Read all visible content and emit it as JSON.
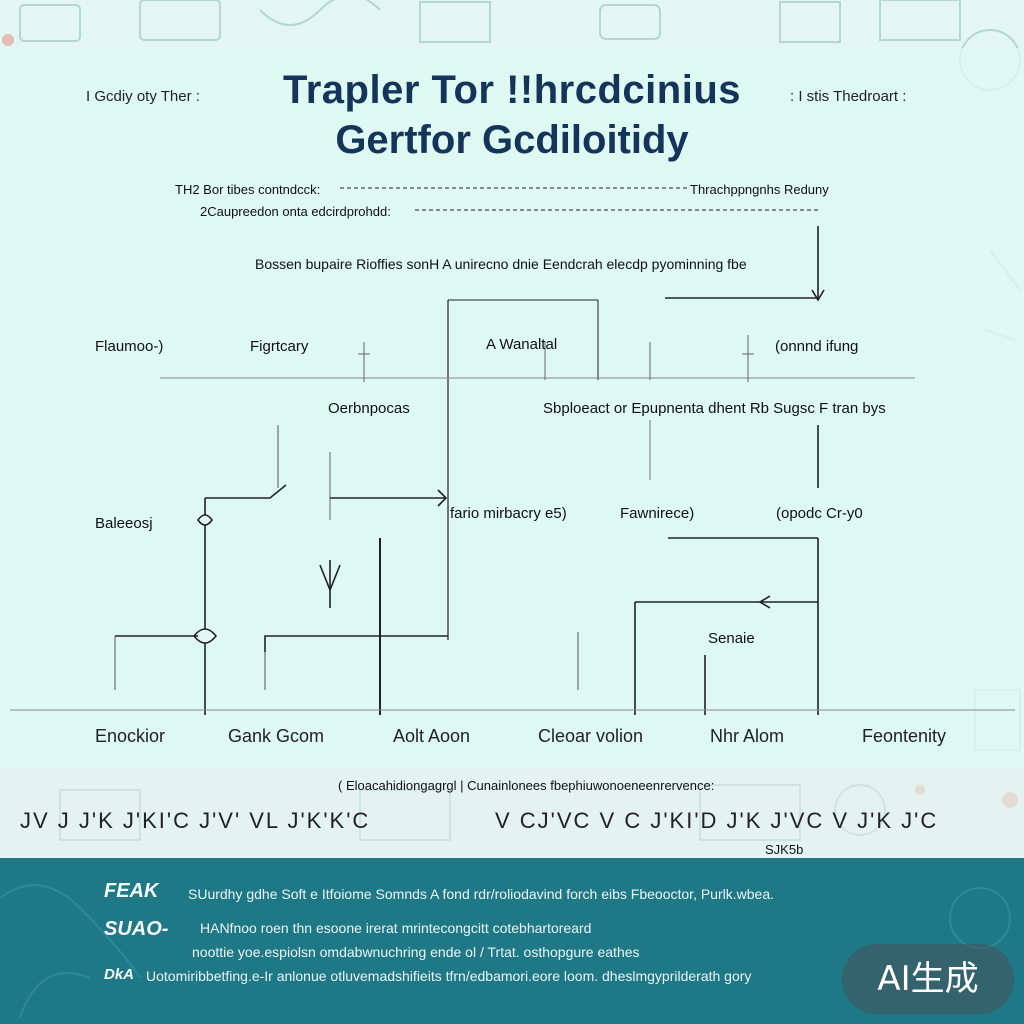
{
  "header": {
    "title_line1": "Trapler Tor !!hrcdcinius",
    "title_line2": "Gertfor Gcdiloitidy",
    "side_left": "I Gcdiy oty Ther  :",
    "side_right": ": I stis Thedroart  :"
  },
  "notes": {
    "top_left_1": "TH2 Bor tibes contndcck:",
    "top_left_2": "2Caupreedon onta edcirdprohdd:",
    "top_right": "Thrachppngnhs Reduny",
    "center": "Bossen bupaire Rioffies sonH A unirecno dnie Eendcrah elecdp pyominning fbe"
  },
  "nodes": {
    "row1": [
      "Flaumoo-)",
      "Figrtcary",
      "A Wanaltal",
      "(onnnd ifung"
    ],
    "row2": [
      "Oerbnpocas",
      "Sbploeact or Epupnenta dhent Rb Sugsc F tran bys"
    ],
    "row3": [
      "Baleeosj",
      "fario mirbacry e5)",
      "Fawnirece)",
      "(opodc Cr-y0"
    ],
    "sensor": "Senaie"
  },
  "bottom_labels": [
    "Enockior",
    "Gank Gcom",
    "Aolt Aoon",
    "Cleoar volion",
    "Nhr Alom",
    "Feontenity"
  ],
  "strip": {
    "caption": "( Eloacahidiongagrgl  |  Cunainlonees fbephiuwonoeneenrervence:",
    "scribble_left": "JV  J J'K  J'KI'C  J'V' VL  J'K'K'C",
    "scribble_right": "V  CJ'VC  V  C  J'KI'D  J'K  J'VC  V  J'K  J'C",
    "scribble_bottom": "SJK5b"
  },
  "footer": {
    "key1": "FEAK",
    "line1": "SUurdhy gdhe Soft e Itfoiome Somnds A fond rdr/roliodavind forch eibs Fbeooctor, Purlk.wbea.",
    "key2": "SUAO-",
    "line2a": "HANfnoo roen  thn esoone irerat mrintecongcitt cotebhartoreard",
    "line2b": "noottie yoe.espiolsn omdabwnuchring ende ol / Trtat. osthopgure eathes",
    "key3": "DkA",
    "line3": "Uotomiribbetfing.e-Ir anlonue otluvemadshifieits tfrn/edbamori.eore loom. dheslmgyprilderath gory"
  },
  "badge": "AI生成",
  "colors": {
    "title": "#14345a",
    "footer_bg": "#1f7886",
    "background": "#e4f6f2"
  }
}
